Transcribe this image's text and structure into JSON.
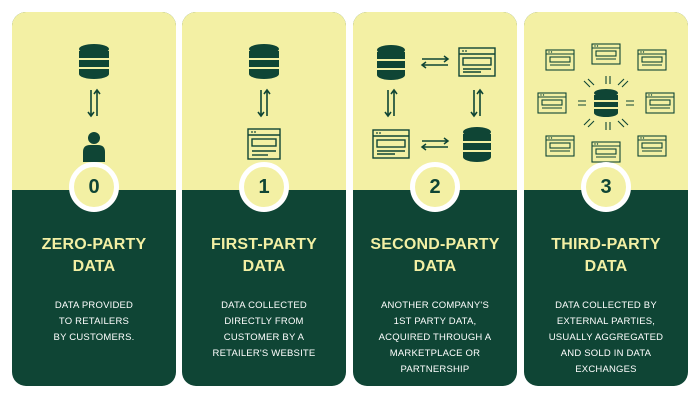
{
  "colors": {
    "card_top": "#f3f0a4",
    "card_bottom": "#0f4535",
    "accent_text": "#f3f0a4",
    "body_text": "#ffffff"
  },
  "cards": [
    {
      "number": "0",
      "title_line1": "ZERO-PARTY",
      "title_line2": "DATA",
      "desc_lines": [
        "DATA PROVIDED",
        "TO RETAILERS",
        "BY CUSTOMERS."
      ],
      "icons": [
        "database-icon",
        "exchange-arrows-icon",
        "person-icon"
      ]
    },
    {
      "number": "1",
      "title_line1": "FIRST-PARTY",
      "title_line2": "DATA",
      "desc_lines": [
        "DATA COLLECTED",
        "DIRECTLY FROM",
        "CUSTOMER BY A",
        "RETAILER'S WEBSITE"
      ],
      "icons": [
        "database-icon",
        "exchange-arrows-icon",
        "website-icon"
      ]
    },
    {
      "number": "2",
      "title_line1": "SECOND-PARTY",
      "title_line2": "DATA",
      "desc_lines": [
        "ANOTHER COMPANY'S",
        "1ST PARTY DATA,",
        "ACQUIRED THROUGH A",
        "MARKETPLACE OR",
        "PARTNERSHIP"
      ],
      "icons": [
        "database-icon",
        "website-icon",
        "exchange-arrows-icon"
      ]
    },
    {
      "number": "3",
      "title_line1": "THIRD-PARTY",
      "title_line2": "DATA",
      "desc_lines": [
        "DATA COLLECTED BY",
        "EXTERNAL PARTIES,",
        "USUALLY AGGREGATED",
        "AND SOLD IN DATA",
        "EXCHANGES"
      ],
      "icons": [
        "database-icon",
        "website-icon",
        "exchange-arrows-icon"
      ]
    }
  ]
}
